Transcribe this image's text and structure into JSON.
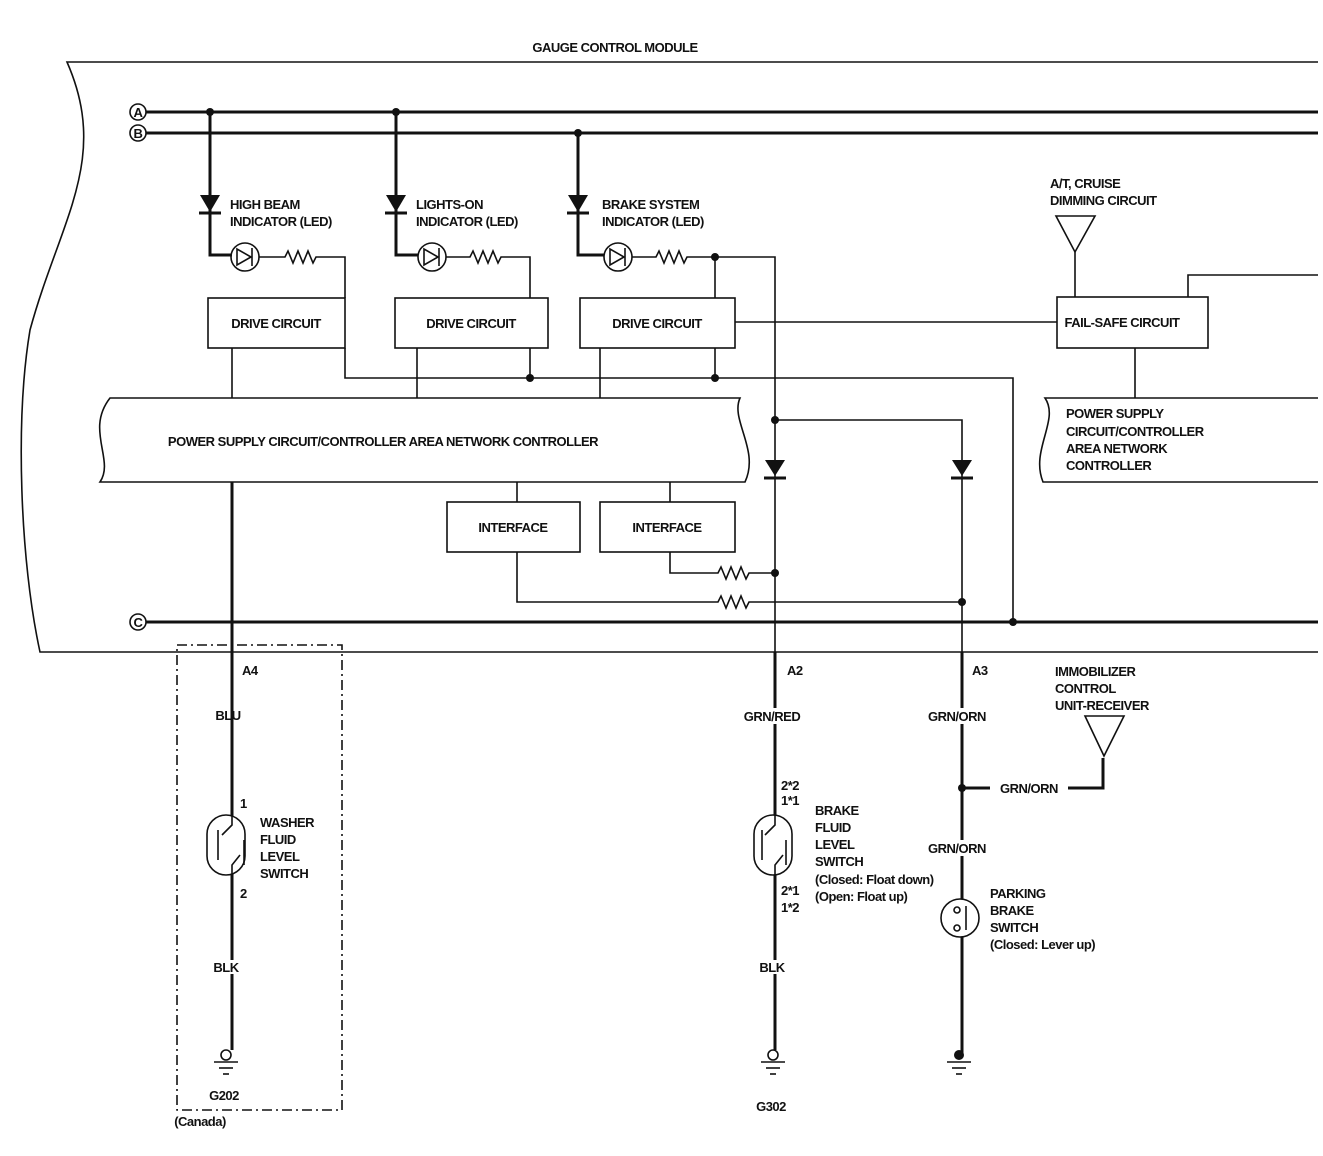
{
  "title": "GAUGE CONTROL MODULE",
  "buses": [
    "A",
    "B",
    "C"
  ],
  "indicators": [
    {
      "line1": "HIGH BEAM",
      "line2": "INDICATOR (LED)"
    },
    {
      "line1": "LIGHTS-ON",
      "line2": "INDICATOR (LED)"
    },
    {
      "line1": "BRAKE SYSTEM",
      "line2": "INDICATOR (LED)"
    }
  ],
  "drive_circuit": "DRIVE CIRCUIT",
  "fail_safe": "FAIL-SAFE CIRCUIT",
  "dimming": {
    "line1": "A/T, CRUISE",
    "line2": "DIMMING CIRCUIT"
  },
  "power_supply_main": "POWER SUPPLY CIRCUIT/CONTROLLER AREA NETWORK CONTROLLER",
  "power_supply_right": [
    "POWER SUPPLY",
    "CIRCUIT/CONTROLLER",
    "AREA NETWORK",
    "CONTROLLER"
  ],
  "interface": "INTERFACE",
  "immobilizer": [
    "IMMOBILIZER",
    "CONTROL",
    "UNIT-RECEIVER"
  ],
  "washer": {
    "terminal": "A4",
    "wire_top": "BLU",
    "pin_top": "1",
    "pin_bottom": "2",
    "wire_bottom": "BLK",
    "label": [
      "WASHER",
      "FLUID",
      "LEVEL",
      "SWITCH"
    ],
    "ground": "G202",
    "note": "(Canada)"
  },
  "brake_fluid": {
    "terminal": "A2",
    "wire_top": "GRN/RED",
    "pin_top_a": "2*2",
    "pin_top_b": "1*1",
    "pin_bottom_a": "2*1",
    "pin_bottom_b": "1*2",
    "wire_bottom": "BLK",
    "label": [
      "BRAKE",
      "FLUID",
      "LEVEL",
      "SWITCH",
      "(Closed: Float down)",
      "(Open: Float up)"
    ],
    "ground": "G302"
  },
  "parking": {
    "terminal": "A3",
    "wire_top": "GRN/ORN",
    "wire_branch": "GRN/ORN",
    "wire_mid": "GRN/ORN",
    "label": [
      "PARKING",
      "BRAKE",
      "SWITCH",
      "(Closed: Lever up)"
    ]
  }
}
